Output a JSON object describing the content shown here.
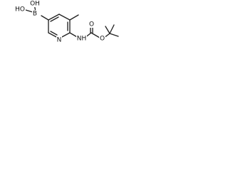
{
  "structure": {
    "atoms": {
      "b": "B",
      "oh_top": "OH",
      "ho_left": "HO",
      "n_ring": "N",
      "nh": "NH",
      "o_carbonyl": "O",
      "o_ester": "O"
    }
  }
}
